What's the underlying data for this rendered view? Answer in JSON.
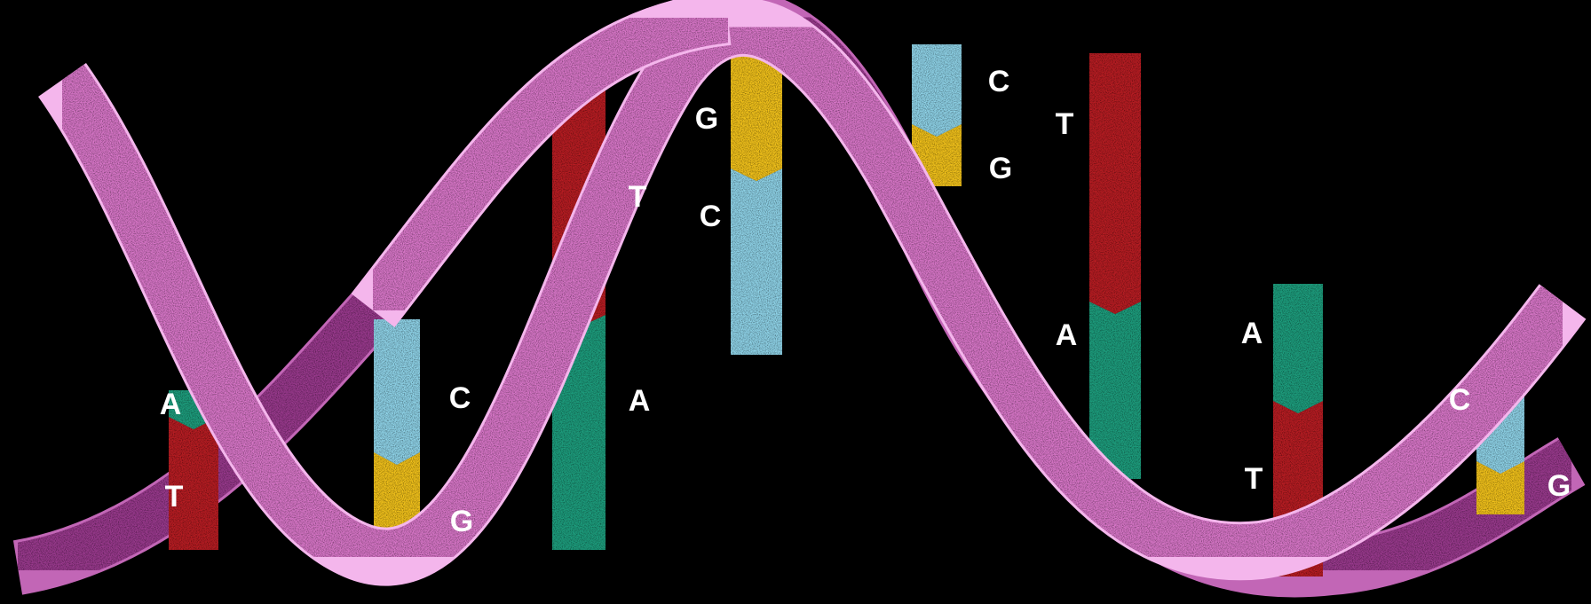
{
  "colors": {
    "background": "#000000",
    "backbone_front": "#d977c9",
    "backbone_back": "#9a3a8e",
    "backbone_edge": "#f4b6ec",
    "A": "#1f9e7e",
    "T": "#b81e24",
    "G": "#f2c21b",
    "C": "#8fd3e8"
  },
  "base_pairs": [
    {
      "upper": "A",
      "lower": "T"
    },
    {
      "upper": "C",
      "lower": "G"
    },
    {
      "upper": "T",
      "lower": "A"
    },
    {
      "upper": "G",
      "lower": "C"
    },
    {
      "upper": "C",
      "lower": "G"
    },
    {
      "upper": "T",
      "lower": "A"
    },
    {
      "upper": "A",
      "lower": "T"
    },
    {
      "upper": "C",
      "lower": "G"
    }
  ]
}
